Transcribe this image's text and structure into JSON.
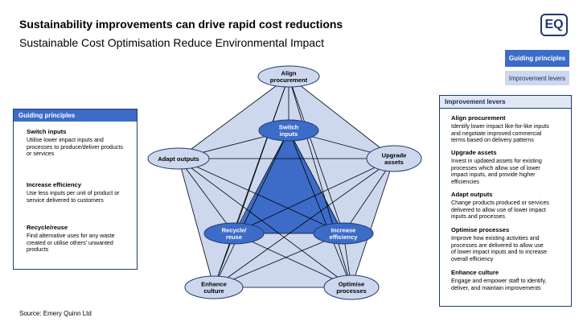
{
  "header": {
    "title": "Sustainability improvements can drive rapid cost reductions",
    "subtitle": "Sustainable Cost Optimisation Reduce Environmental Impact",
    "logo_text": "EQ"
  },
  "legend": {
    "guiding": "Guiding principles",
    "improvement": "Improvement levers"
  },
  "colors": {
    "guiding": "#3c6cc8",
    "lever_fill": "#cdd8ef",
    "outline": "#1f3a6e"
  },
  "diagram": {
    "nodes": {
      "align": [
        "Align",
        "procurement"
      ],
      "upgrade": [
        "Upgrade",
        "assets"
      ],
      "adapt": [
        "Adapt outputs"
      ],
      "enhance": [
        "Enhance",
        "culture"
      ],
      "optimise": [
        "Optimise",
        "processes"
      ],
      "switch": [
        "Switch",
        "inputs"
      ],
      "recycle": [
        "Recycle/",
        "reuse"
      ],
      "increase": [
        "Increase",
        "efficiency"
      ]
    }
  },
  "left_panel": {
    "heading": "Guiding principles",
    "items": [
      {
        "title": "Switch inputs",
        "lines": [
          "Utilise lower impact inputs and",
          "processes to produce/deliver products",
          "or services"
        ]
      },
      {
        "title": "Increase efficiency",
        "lines": [
          "Use less inputs per unit of product or",
          "service delivered to customers"
        ]
      },
      {
        "title": "Recycle/reuse",
        "lines": [
          "Find alternative uses for any waste",
          "created or utilise others' unwanted",
          "products"
        ]
      }
    ]
  },
  "right_panel": {
    "heading": "Improvement levers",
    "items": [
      {
        "title": "Align procurement",
        "lines": [
          "Identify lower impact like-for-like inputs",
          "and negotiate improved commercial",
          "terms based on delivery patterns"
        ]
      },
      {
        "title": "Upgrade assets",
        "lines": [
          "Invest in updated assets for existing",
          "processes which allow use of lower",
          "impact inputs, and provide higher",
          "efficiencies"
        ]
      },
      {
        "title": "Adapt outputs",
        "lines": [
          "Change products produced or services",
          "delivered to allow use of lower impact",
          "inputs and processes"
        ]
      },
      {
        "title": "Optimise processes",
        "lines": [
          "Improve how existing activities and",
          "processes are delivered to allow use",
          "of lower impact inputs and to increase",
          "overall efficiency"
        ]
      },
      {
        "title": "Enhance culture",
        "lines": [
          "Engage and empower staff to identify,",
          "deliver, and maintain improvements"
        ]
      }
    ]
  },
  "footer": {
    "source": "Source: Emery Quinn Ltd"
  }
}
